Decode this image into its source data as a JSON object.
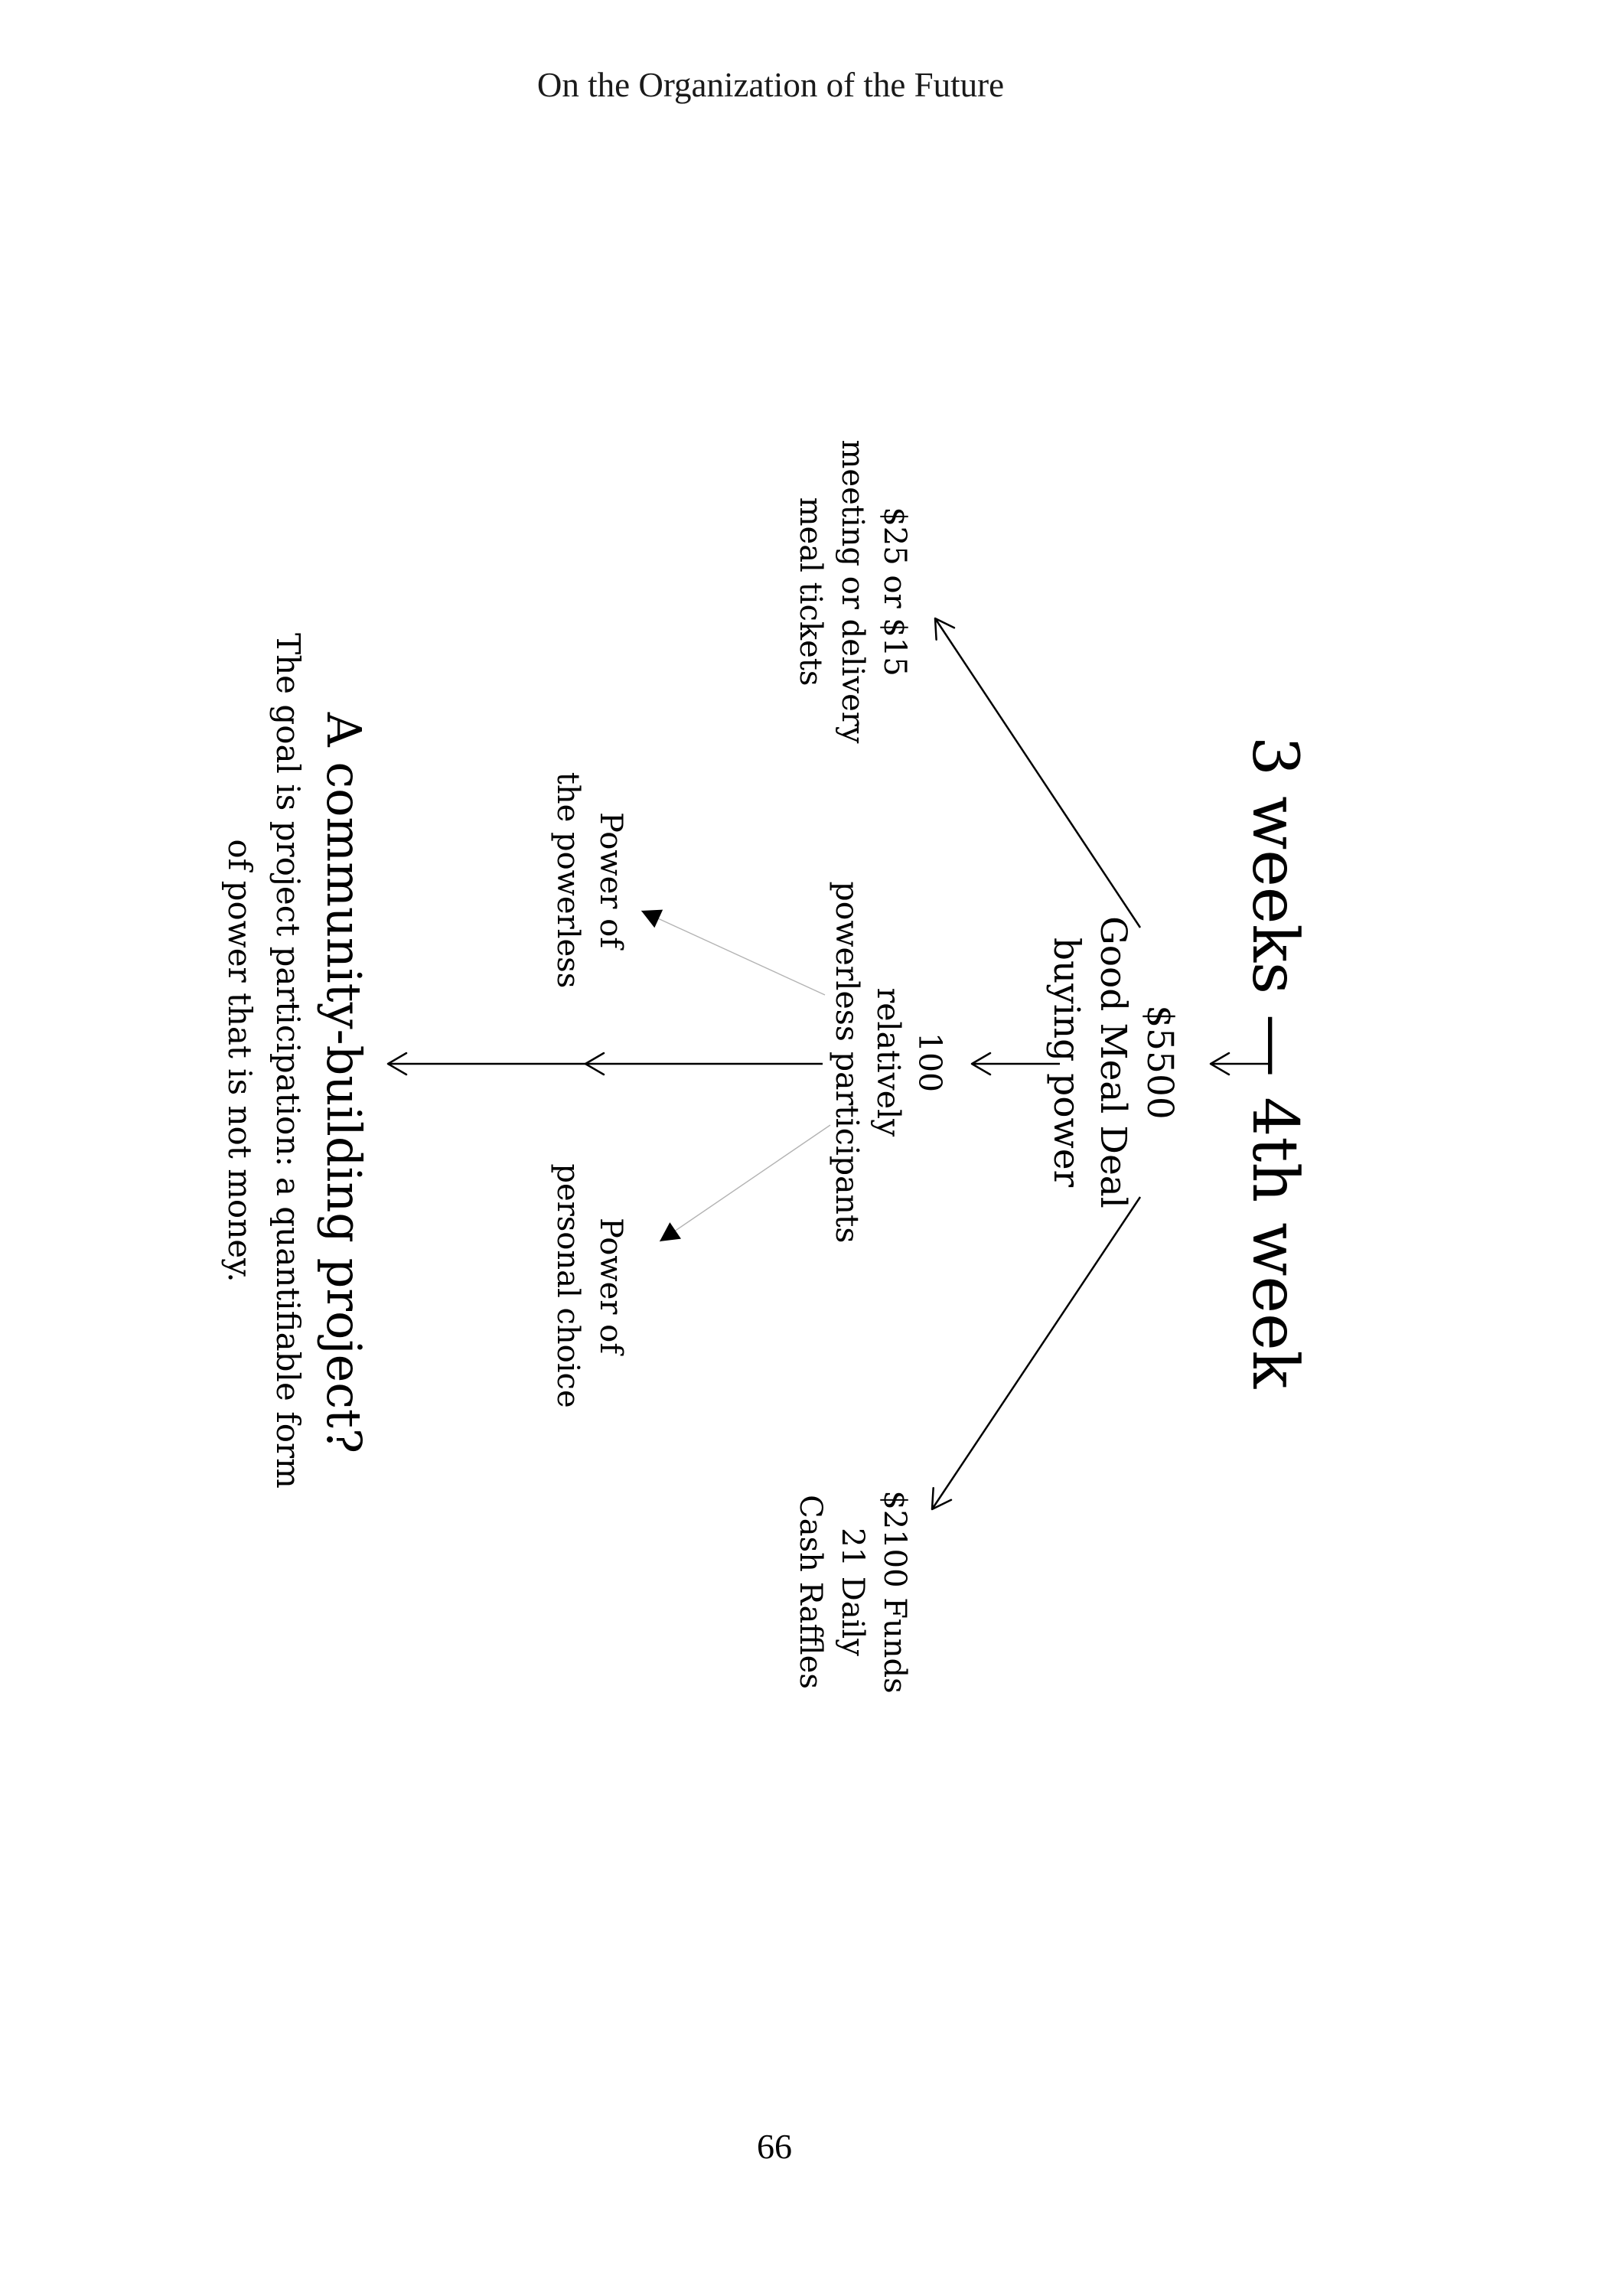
{
  "page": {
    "header": "On the Organization of the Future",
    "page_number": "66",
    "background_color": "#ffffff",
    "text_color": "#000000",
    "connector_color": "#000000",
    "faint_connector_color": "#b3b3b3"
  },
  "figure": {
    "rotation": "90deg clockwise on page",
    "title": "3 weeks — 4th week",
    "nodes": {
      "meal_deal": {
        "lines": [
          "$5500",
          "Good Meal Deal",
          "buying power"
        ]
      },
      "meal_tickets": {
        "lines": [
          "$25 or $15",
          "meeting or delivery",
          "meal tickets"
        ]
      },
      "cash_raffles": {
        "lines": [
          "$2100 Funds",
          "21 Daily",
          "Cash Raffles"
        ]
      },
      "participants": {
        "lines": [
          "100",
          "relatively",
          "powerless participants"
        ]
      },
      "power_powerless": {
        "lines": [
          "Power of",
          "the powerless"
        ]
      },
      "power_choice": {
        "lines": [
          "Power of",
          "personal choice"
        ]
      }
    },
    "heading": "A community-building project?",
    "goal": {
      "lines": [
        "The goal is project participation: a quantifiable form",
        "of power that is not money."
      ]
    }
  }
}
